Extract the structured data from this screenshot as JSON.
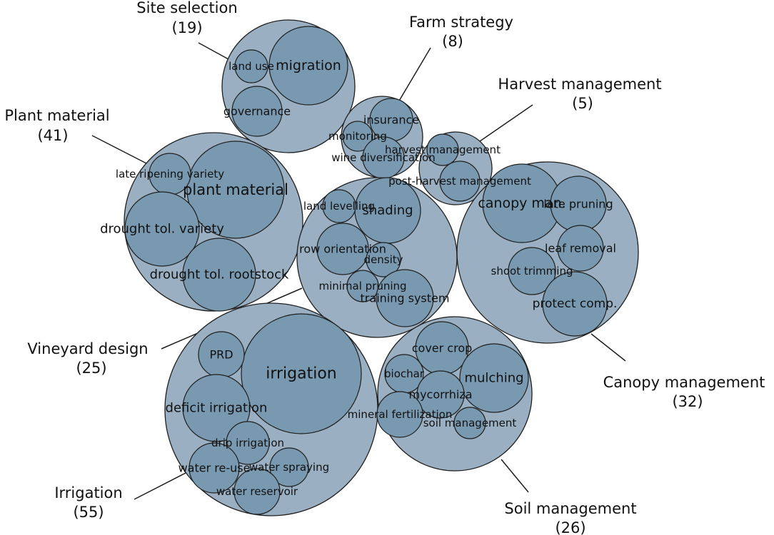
{
  "groups": [
    {
      "id": "site-selection",
      "label": "Site selection",
      "count": "(19)",
      "items": [
        {
          "label": "migration"
        },
        {
          "label": "land use"
        },
        {
          "label": "governance"
        }
      ]
    },
    {
      "id": "farm-strategy",
      "label": "Farm strategy",
      "count": "(8)",
      "items": [
        {
          "label": "insurance"
        },
        {
          "label": "monitoring"
        },
        {
          "label": "wine diversification"
        }
      ]
    },
    {
      "id": "harvest-management",
      "label": "Harvest management",
      "count": "(5)",
      "items": [
        {
          "label": "harvest management"
        },
        {
          "label": "post-harvest management"
        }
      ]
    },
    {
      "id": "plant-material",
      "label": "Plant material",
      "count": "(41)",
      "items": [
        {
          "label": "plant material"
        },
        {
          "label": "late ripening variety"
        },
        {
          "label": "drought tol. variety"
        },
        {
          "label": "drought tol. rootstock"
        }
      ]
    },
    {
      "id": "vineyard-design",
      "label": "Vineyard design",
      "count": "(25)",
      "items": [
        {
          "label": "shading"
        },
        {
          "label": "land levelling"
        },
        {
          "label": "row orientation"
        },
        {
          "label": "density"
        },
        {
          "label": "minimal pruning"
        },
        {
          "label": "training system"
        }
      ]
    },
    {
      "id": "canopy-management",
      "label": "Canopy management",
      "count": "(32)",
      "items": [
        {
          "label": "canopy man."
        },
        {
          "label": "late pruning"
        },
        {
          "label": "leaf removal"
        },
        {
          "label": "shoot trimming"
        },
        {
          "label": "protect comp."
        }
      ]
    },
    {
      "id": "irrigation",
      "label": "Irrigation",
      "count": "(55)",
      "items": [
        {
          "label": "irrigation"
        },
        {
          "label": "PRD"
        },
        {
          "label": "deficit irrigation"
        },
        {
          "label": "drip irrigation"
        },
        {
          "label": "water re-use"
        },
        {
          "label": "water spraying"
        },
        {
          "label": "water reservoir"
        }
      ]
    },
    {
      "id": "soil-management",
      "label": "Soil management",
      "count": "(26)",
      "items": [
        {
          "label": "cover crop"
        },
        {
          "label": "mulching"
        },
        {
          "label": "biochar"
        },
        {
          "label": "mycorrhiza"
        },
        {
          "label": "mineral fertilization"
        },
        {
          "label": "soil management"
        }
      ]
    }
  ]
}
